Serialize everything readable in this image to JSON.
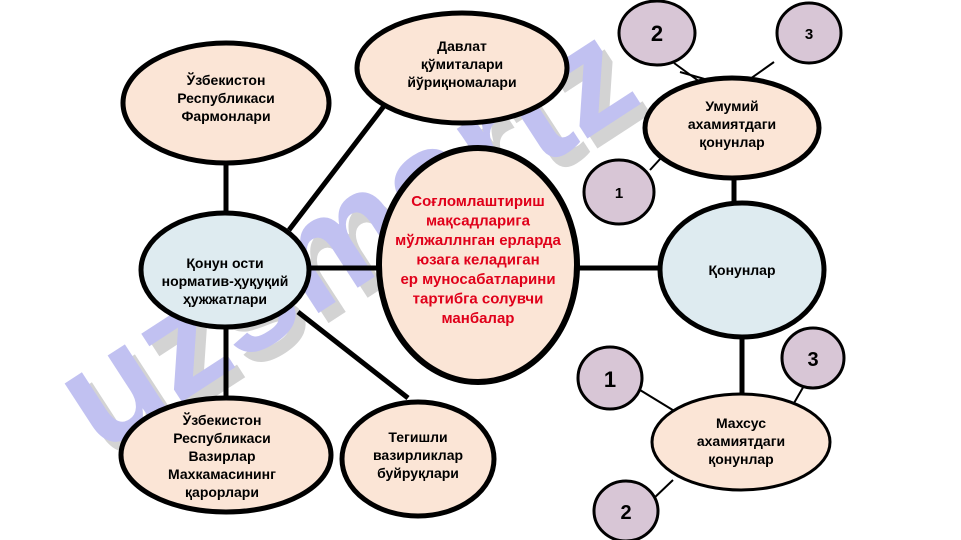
{
  "watermark": {
    "text": "uzsmartz",
    "color": "#8f8fe6"
  },
  "center": {
    "lines": [
      "Соғломлаштириш",
      "мақсадларига",
      "мўлжаллнган ерларда",
      "юзага  келадиган",
      "ер муносабатларини",
      "тартибга солувчи",
      "манбалар"
    ],
    "color": "#e0001a"
  },
  "nodes": {
    "podzakon": {
      "lines": [
        "Қонун ости",
        "норматив-ҳуқуқий",
        "ҳужжатлари"
      ]
    },
    "fermonlar": {
      "lines": [
        "Ўзбекистон",
        "Республикаси",
        "Фармонлари"
      ]
    },
    "komitet": {
      "lines": [
        "Давлат",
        "қўмиталари",
        "йўриқномалари"
      ]
    },
    "vazirlar": {
      "lines": [
        "Ўзбекистон",
        "Республикаси",
        "Вазирлар",
        "Махкамасининг",
        "қарорлари"
      ]
    },
    "buyruklar": {
      "lines": [
        "Тегишли",
        "вазирликлар",
        "буйруқлари"
      ]
    },
    "qonunlar": {
      "lines": [
        "Қонунлар"
      ]
    },
    "umumiy": {
      "lines": [
        "Умумий",
        "ахамиятдаги",
        "қонунлар"
      ]
    },
    "maxsus": {
      "lines": [
        "Махсус",
        "ахамиятдаги",
        "қонунлар"
      ]
    }
  },
  "badges": {
    "umumiy_1": "1",
    "umumiy_2": "2",
    "umumiy_3": "3",
    "maxsus_1": "1",
    "maxsus_2": "2",
    "maxsus_3": "3"
  },
  "colors": {
    "peach": "#fbe5d6",
    "blue": "#deebf0",
    "badge": "#d8c6d6",
    "stroke": "#000000"
  }
}
